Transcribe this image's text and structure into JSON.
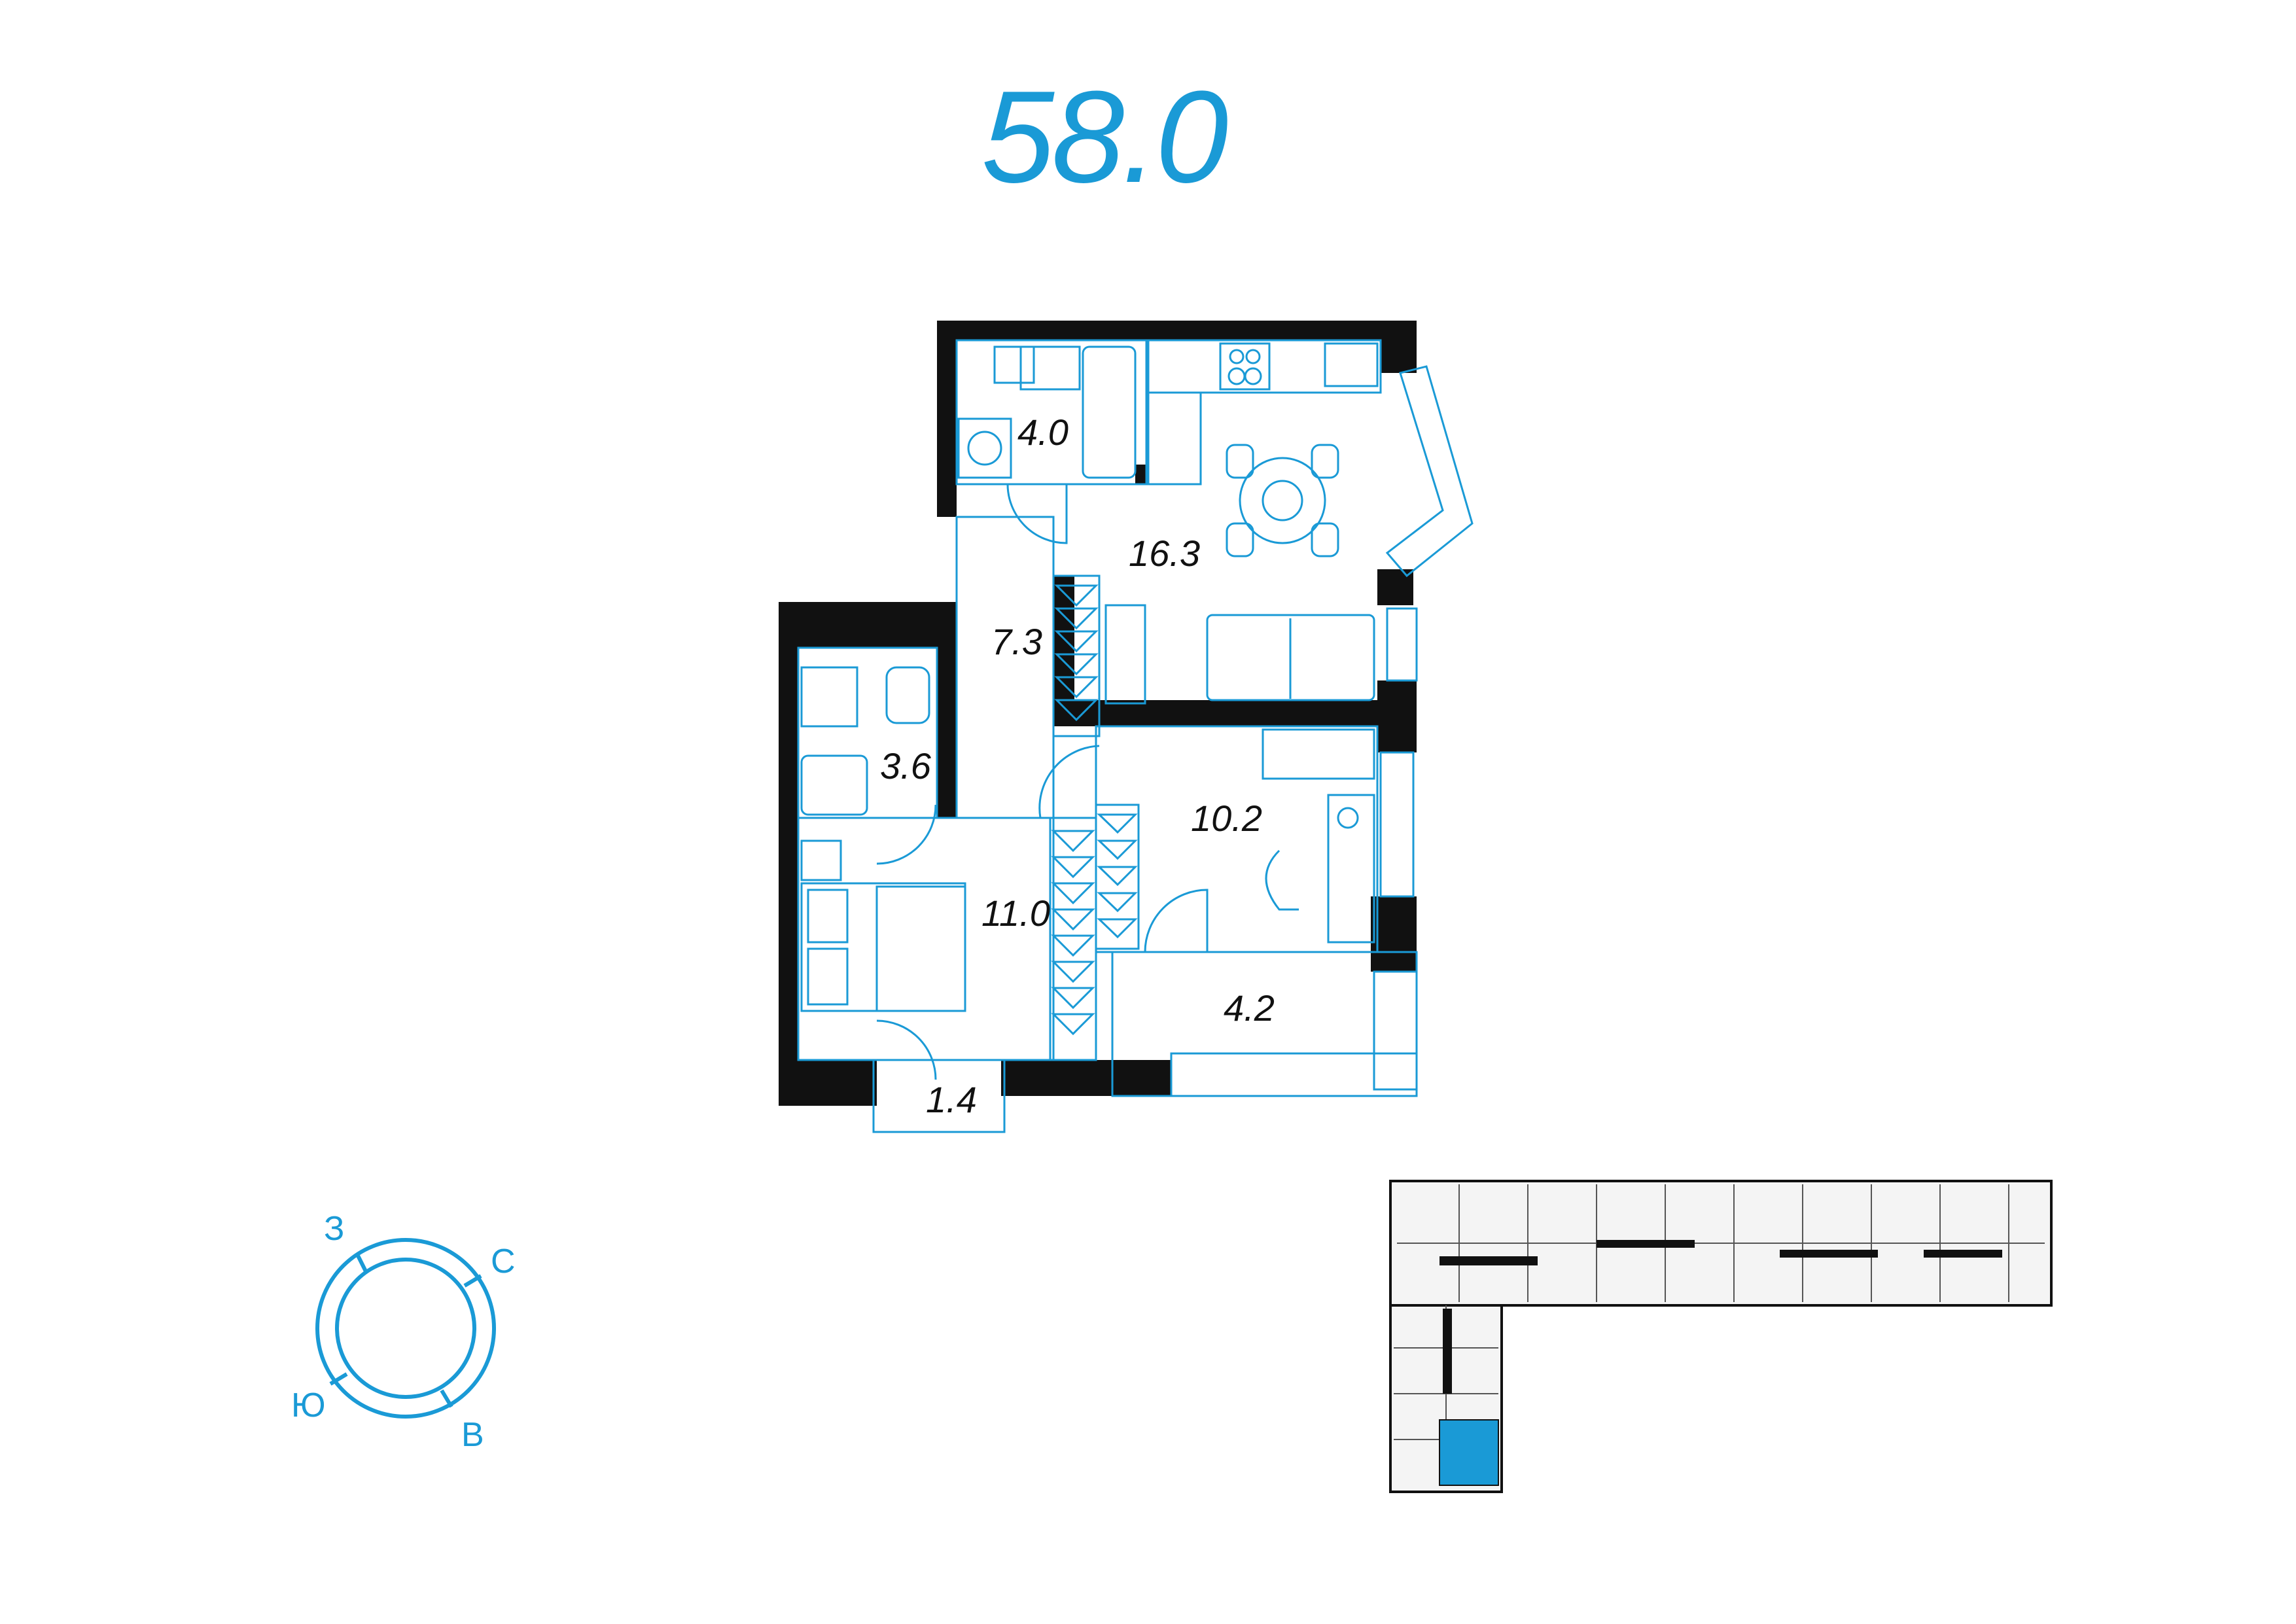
{
  "plan": {
    "total_area": "58.0",
    "accent_color": "#1a9ad6",
    "wall_color": "#111111",
    "rooms": [
      {
        "id": "bathroom-1",
        "area": "4.0"
      },
      {
        "id": "kitchen-living",
        "area": "16.3"
      },
      {
        "id": "hallway",
        "area": "7.3"
      },
      {
        "id": "bathroom-2",
        "area": "3.6"
      },
      {
        "id": "bedroom-1",
        "area": "11.0"
      },
      {
        "id": "bedroom-2",
        "area": "10.2"
      },
      {
        "id": "loggia",
        "area": "4.2"
      },
      {
        "id": "storage",
        "area": "1.4"
      }
    ]
  },
  "compass": {
    "labels": {
      "north": "С",
      "east": "В",
      "south": "Ю",
      "west": "З"
    }
  }
}
